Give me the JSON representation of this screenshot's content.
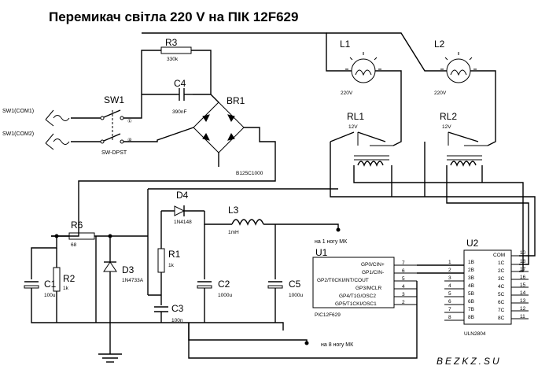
{
  "title": "Перемикач світла 220 V на ПІК 12F629",
  "watermark": "BEZKZ.SU",
  "inputs": {
    "com1": "SW1(COM1)",
    "com2": "SW1(COM2)"
  },
  "sw1": {
    "ref": "SW1",
    "type": "SW-DPST"
  },
  "r3": {
    "ref": "R3",
    "value": "330k"
  },
  "c4": {
    "ref": "C4",
    "value": "390nF"
  },
  "br1": {
    "ref": "BR1",
    "part": "B125C1000"
  },
  "l1": {
    "ref": "L1",
    "value": "220V"
  },
  "l2": {
    "ref": "L2",
    "value": "220V"
  },
  "rl1": {
    "ref": "RL1",
    "value": "12V"
  },
  "rl2": {
    "ref": "RL2",
    "value": "12V"
  },
  "d4": {
    "ref": "D4",
    "part": "1N4148"
  },
  "l3": {
    "ref": "L3",
    "value": "1mH"
  },
  "r6": {
    "ref": "R6",
    "value": "68"
  },
  "c1": {
    "ref": "C1",
    "value": "100u"
  },
  "r2": {
    "ref": "R2",
    "value": "1k"
  },
  "d3": {
    "ref": "D3",
    "part": "1N4733A"
  },
  "r1": {
    "ref": "R1",
    "value": "1k"
  },
  "c2": {
    "ref": "C2",
    "value": "1000u"
  },
  "c3": {
    "ref": "C3",
    "value": "100n"
  },
  "c5": {
    "ref": "C5",
    "value": "1000u"
  },
  "notes": {
    "pin1": "на 1 ногу МК",
    "pin8": "на 8 ногу МК"
  },
  "u1": {
    "ref": "U1",
    "part": "PIC12F629",
    "pins": [
      {
        "name": "GP0/CIN+",
        "num": "7"
      },
      {
        "name": "GP1/CIN-",
        "num": "6"
      },
      {
        "name": "GP2/T0CKI/INT/COUT",
        "num": "5"
      },
      {
        "name": "GP3/MCLR",
        "num": "4"
      },
      {
        "name": "GP4/T1G/OSC2",
        "num": "3"
      },
      {
        "name": "GP5/T1CKI/OSC1",
        "num": "2"
      }
    ]
  },
  "u2": {
    "ref": "U2",
    "part": "ULN2804",
    "left_pins": [
      {
        "num": "1",
        "name": "1B"
      },
      {
        "num": "2",
        "name": "2B"
      },
      {
        "num": "3",
        "name": "3B"
      },
      {
        "num": "4",
        "name": "4B"
      },
      {
        "num": "5",
        "name": "5B"
      },
      {
        "num": "6",
        "name": "6B"
      },
      {
        "num": "7",
        "name": "7B"
      },
      {
        "num": "8",
        "name": "8B"
      }
    ],
    "right_pins": [
      {
        "name": "COM",
        "num": "10"
      },
      {
        "name": "1C",
        "num": "18"
      },
      {
        "name": "2C",
        "num": "17"
      },
      {
        "name": "3C",
        "num": "16"
      },
      {
        "name": "4C",
        "num": "15"
      },
      {
        "name": "5C",
        "num": "14"
      },
      {
        "name": "6C",
        "num": "13"
      },
      {
        "name": "7C",
        "num": "12"
      },
      {
        "name": "8C",
        "num": "11"
      }
    ]
  }
}
